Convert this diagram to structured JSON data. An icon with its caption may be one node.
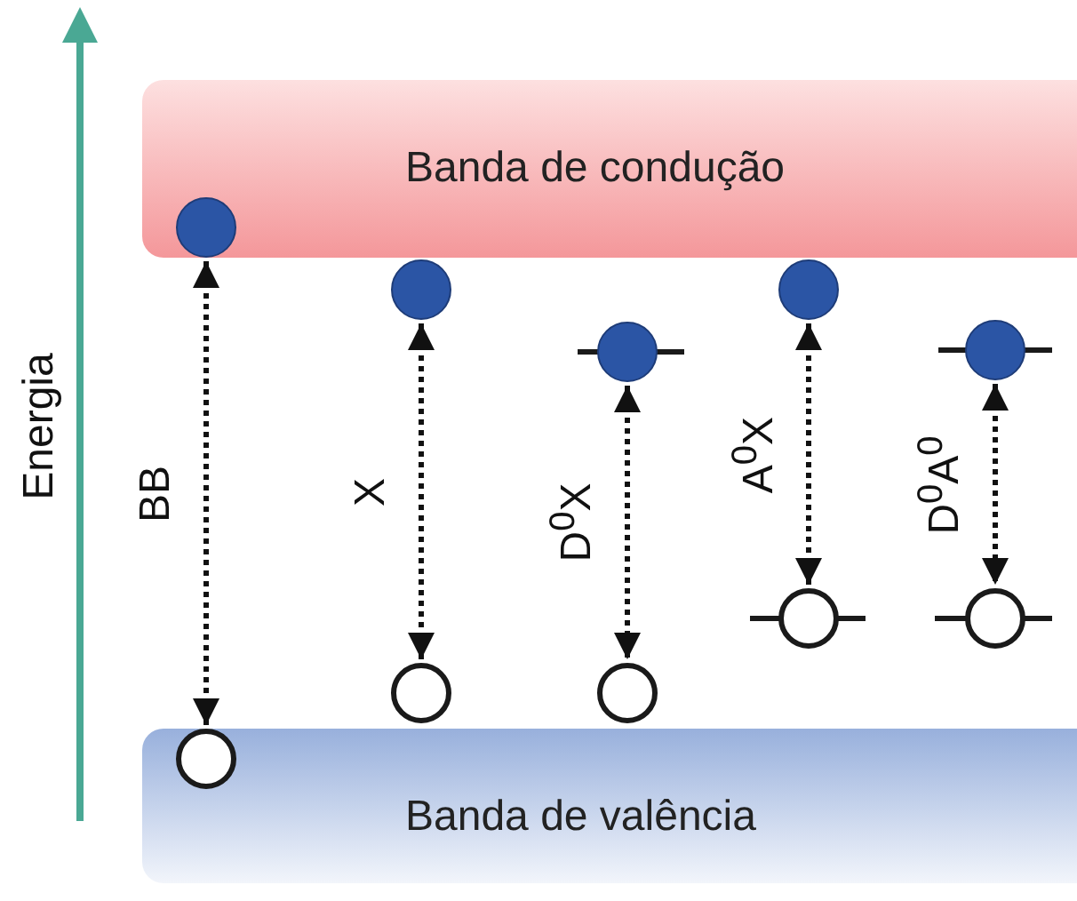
{
  "diagram": {
    "nodes": [
      {
        "text": [
          "Banda de condução"
        ]
      },
      {
        "text": [
          "Banda de valência"
        ]
      },
      {
        "text": [],
        "shape": "circle",
        "in": 0
      },
      {
        "text": [],
        "shape": "circle",
        "in": 1
      },
      {
        "text": [],
        "shape": "circle"
      },
      {
        "text": [],
        "shape": "circle"
      },
      {
        "text": [],
        "shape": "circle"
      },
      {
        "text": [],
        "shape": "circle"
      },
      {
        "text": [],
        "shape": "circle"
      },
      {
        "text": [],
        "shape": "circle"
      },
      {
        "text": [],
        "shape": "circle"
      },
      {
        "text": [],
        "shape": "circle"
      }
    ],
    "edges": [
      {
        "from": 2,
        "to": 3,
        "arrow": "both",
        "style": "dashed",
        "label": "BB"
      },
      {
        "from": 4,
        "to": 5,
        "arrow": "both",
        "style": "dashed",
        "label": "X"
      },
      {
        "from": 6,
        "to": 7,
        "arrow": "both",
        "style": "dashed",
        "label": "D$^{0}$X"
      },
      {
        "from": 8,
        "to": 9,
        "arrow": "both",
        "style": "dashed",
        "label": "A$^{0}$X"
      },
      {
        "from": 10,
        "to": 11,
        "arrow": "both",
        "style": "dashed",
        "label": "D$^{0}$A$^{0}$"
      }
    ],
    "labels": [
      "Energia"
    ]
  }
}
